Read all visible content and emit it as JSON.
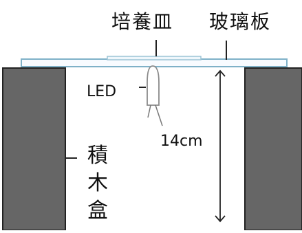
{
  "labels": {
    "petri_dish": "培養皿",
    "glass_plate": "玻璃板",
    "led": "LED",
    "distance": "14cm",
    "block_box": [
      "積",
      "木",
      "盒"
    ]
  },
  "colors": {
    "block_fill": "#666666",
    "block_stroke": "#222222",
    "glass_fill": "#f8fbff",
    "glass_stroke": "#7fb1c8",
    "dish_fill": "#eef6fb",
    "dish_stroke": "#9cc4d5",
    "led_fill": "#ffffff",
    "led_stroke": "#8b8b8b",
    "line": "#222222",
    "light_line": "#777777",
    "background_arc": "#d4d4d4"
  }
}
